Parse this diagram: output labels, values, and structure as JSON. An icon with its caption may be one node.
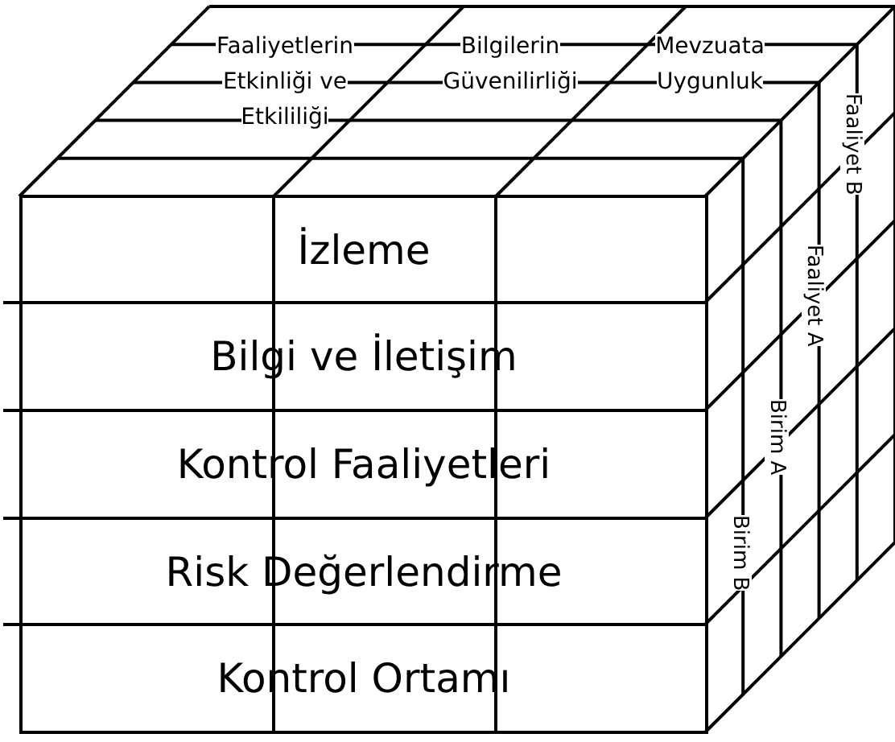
{
  "diagram": {
    "nodes": [
      {
        "text": [
          "İzleme"
        ]
      },
      {
        "text": [
          "Bilgi ve İletişim"
        ]
      },
      {
        "text": [
          "Kontrol Faaliyetleri"
        ]
      },
      {
        "text": [
          "Risk Değerlendirme"
        ]
      },
      {
        "text": [
          "Kontrol Ortamı"
        ]
      }
    ],
    "labels": [
      "Faaliyetlerin Etkinliği ve Etkililiği",
      "Bilgilerin Güvenilirliği",
      "Mevzuata Uygunluk",
      "Faaliyet B",
      "Faaliyet A",
      "Birim A",
      "Birim B"
    ]
  }
}
